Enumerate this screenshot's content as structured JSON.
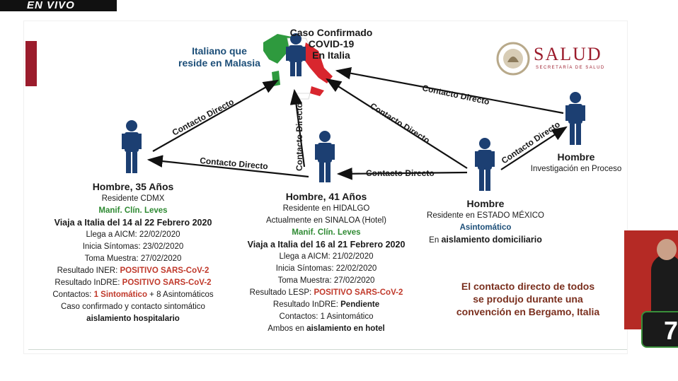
{
  "broadcast": {
    "live_label": "EN VIVO",
    "timer": "7:"
  },
  "logo": {
    "brand": "SALUD",
    "subtitle": "SECRETARÍA DE SALUD"
  },
  "diagram": {
    "center_case": {
      "title_lines": [
        "Caso Confirmado",
        "COVID-19",
        "En Italia"
      ],
      "side_label_lines": [
        "Italiano que",
        "reside en Malasia"
      ]
    },
    "edges": {
      "e1": "Contacto Directo",
      "e2": "Contacto Directo",
      "e3": "Contacto Directo",
      "e4": "Contacto Directo",
      "e5": "Contacto Directo",
      "e6": "Contacto Directo",
      "e7": "Contacto Directo"
    },
    "case1": {
      "title": "Hombre, 35 Años",
      "residence": "Residente CDMX",
      "symptoms": "Manif. Clín. Leves",
      "travel": "Viaja a Italia del 14 al 22 Febrero 2020",
      "arrival": "Llega a AICM: 22/02/2020",
      "onset": "Inicia Síntomas: 23/02/2020",
      "sample": "Toma Muestra: 27/02/2020",
      "result_iner_label": "Resultado INER:",
      "result_iner_value": "POSITIVO SARS-CoV-2",
      "result_indre_label": "Resultado InDRE:",
      "result_indre_value": "POSITIVO SARS-CoV-2",
      "contacts_label": "Contactos:",
      "contacts_symptomatic": "1 Sintomático",
      "contacts_rest": "+ 8 Asintomáticos",
      "confirmed_contact": "Caso confirmado y contacto sintomático",
      "isolation": "aislamiento hospitalario"
    },
    "case2": {
      "title": "Hombre, 41 Años",
      "residence": "Residente en HIDALGO",
      "current": "Actualmente en SINALOA (Hotel)",
      "symptoms": "Manif. Clín. Leves",
      "travel": "Viaja a Italia del 16 al 21 Febrero 2020",
      "arrival": "Llega a AICM: 21/02/2020",
      "onset": "Inicia Síntomas: 22/02/2020",
      "sample": "Toma Muestra: 27/02/2020",
      "result_lesp_label": "Resultado LESP:",
      "result_lesp_value": "POSITIVO SARS-CoV-2",
      "result_indre_label": "Resultado InDRE:",
      "result_indre_value": "Pendiente",
      "contacts": "Contactos: 1 Asintomático",
      "isolation_prefix": "Ambos en",
      "isolation_value": "aislamiento en hotel"
    },
    "case3": {
      "title": "Hombre",
      "residence": "Residente en ESTADO MÉXICO",
      "status": "Asintomático",
      "isolation_prefix": "En",
      "isolation_value": "aislamiento domiciliario"
    },
    "case4": {
      "title": "Hombre",
      "status": "Investigación en Proceso"
    },
    "note_lines": [
      "El contacto directo de todos",
      "se produjo durante una",
      "convención en Bergamo, Italia"
    ]
  }
}
